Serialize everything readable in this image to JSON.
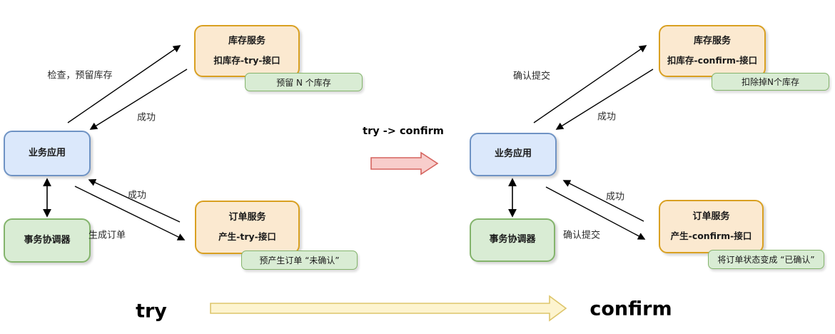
{
  "colors": {
    "orange_fill": "#fbe9d0",
    "orange_border": "#d9a021",
    "blue_fill": "#dbe8fb",
    "blue_border": "#6f93c4",
    "green_fill": "#d9ecd4",
    "green_border": "#84b46c",
    "pink_fill": "#f8cdcb",
    "pink_border": "#d5645f",
    "yellow_fill": "#fdf4cf",
    "yellow_border": "#ddc56b",
    "connector": "#000000"
  },
  "transition_label": "try -> confirm",
  "left": {
    "phase_label": "try",
    "nodes": {
      "inventory": {
        "title": "库存服务",
        "interface": "扣库存-try-接口",
        "note": "预留 N 个库存"
      },
      "business_app": {
        "title": "业务应用"
      },
      "coordinator": {
        "title": "事务协调器"
      },
      "order": {
        "title": "订单服务",
        "interface": "产生-try-接口",
        "note": "预产生订单 “未确认”"
      }
    },
    "edge_labels": {
      "inventory_request": "检查，预留库存",
      "inventory_response": "成功",
      "order_request": "生成订单",
      "order_response": "成功"
    }
  },
  "right": {
    "phase_label": "confirm",
    "nodes": {
      "inventory": {
        "title": "库存服务",
        "interface": "扣库存-confirm-接口",
        "note": "扣除掉N个库存"
      },
      "business_app": {
        "title": "业务应用"
      },
      "coordinator": {
        "title": "事务协调器"
      },
      "order": {
        "title": "订单服务",
        "interface": "产生-confirm-接口",
        "note": "将订单状态变成 “已确认”"
      }
    },
    "edge_labels": {
      "inventory_request": "确认提交",
      "inventory_response": "成功",
      "order_request": "确认提交",
      "order_response": "成功"
    }
  }
}
